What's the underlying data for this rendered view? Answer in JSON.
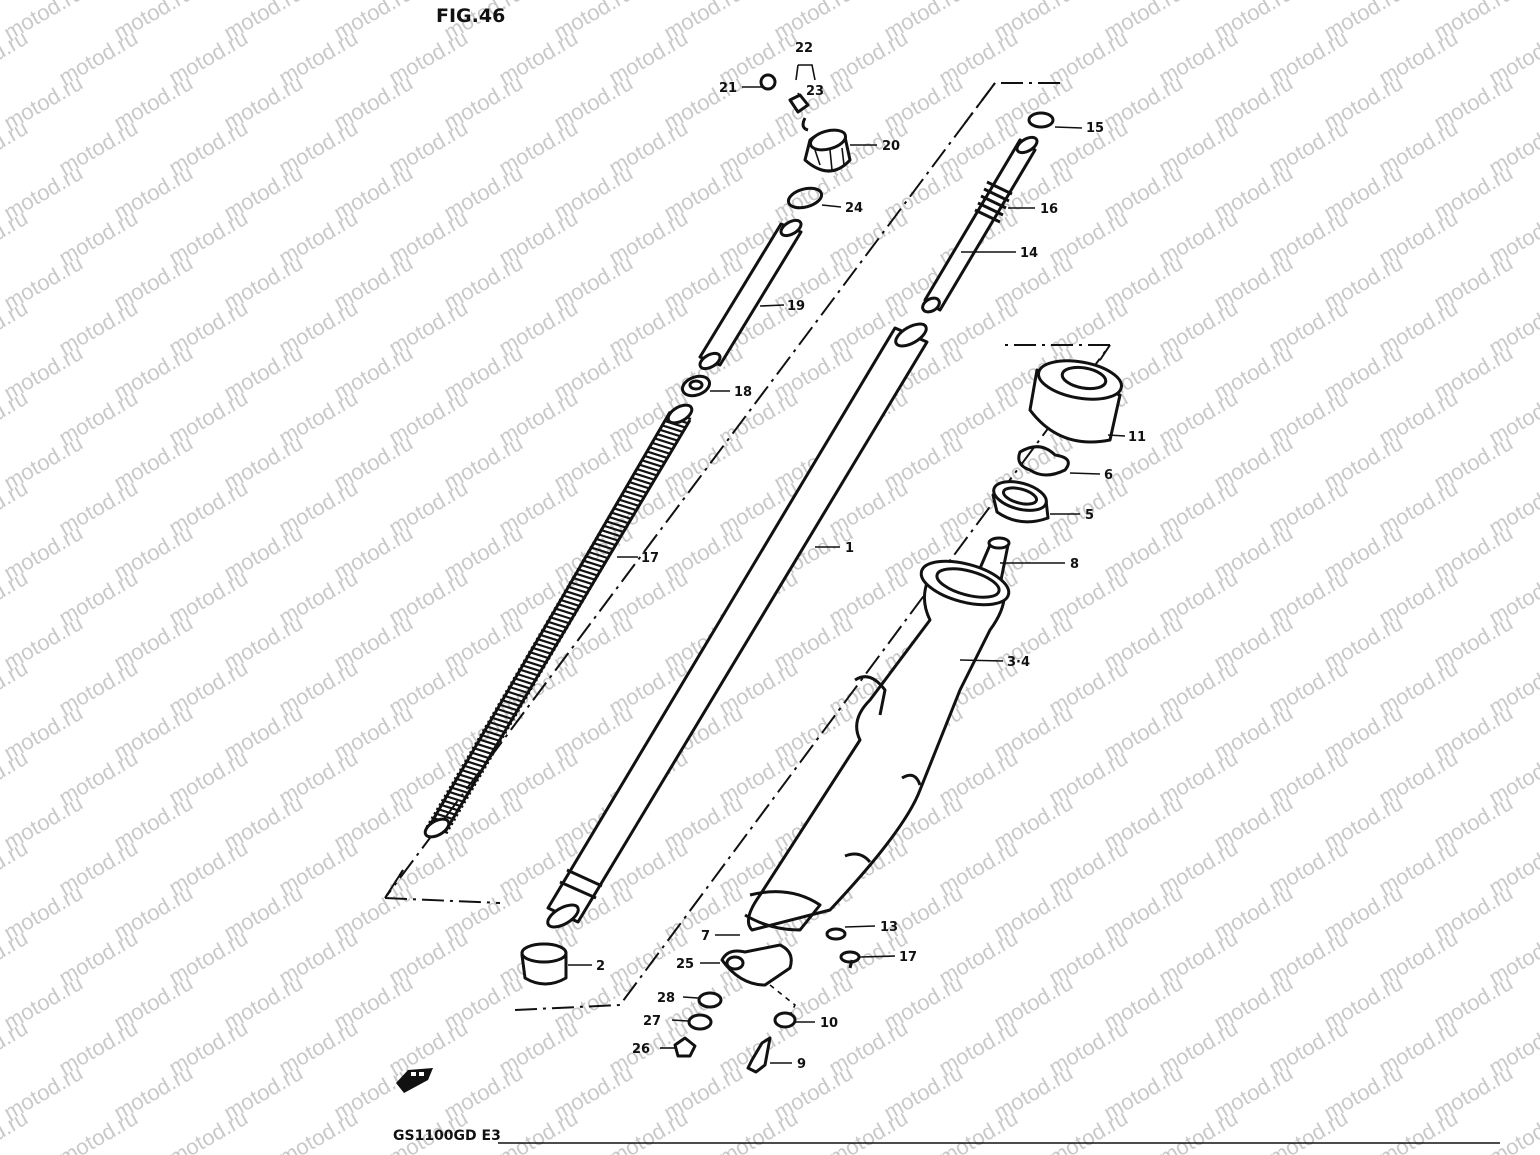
{
  "figure": {
    "title": "FIG.46",
    "model_code": "GS1100GD  E3"
  },
  "watermark": {
    "text": "motod.ru"
  },
  "callouts": [
    {
      "id": "c1",
      "label": "1"
    },
    {
      "id": "c2",
      "label": "2"
    },
    {
      "id": "c34",
      "label": "3·4"
    },
    {
      "id": "c5",
      "label": "5"
    },
    {
      "id": "c6",
      "label": "6"
    },
    {
      "id": "c7",
      "label": "7"
    },
    {
      "id": "c8",
      "label": "8"
    },
    {
      "id": "c9",
      "label": "9"
    },
    {
      "id": "c10",
      "label": "10"
    },
    {
      "id": "c11",
      "label": "11"
    },
    {
      "id": "c13",
      "label": "13"
    },
    {
      "id": "c14",
      "label": "14"
    },
    {
      "id": "c15",
      "label": "15"
    },
    {
      "id": "c16",
      "label": "16"
    },
    {
      "id": "c17a",
      "label": "17"
    },
    {
      "id": "c17b",
      "label": "17"
    },
    {
      "id": "c18",
      "label": "18"
    },
    {
      "id": "c19",
      "label": "19"
    },
    {
      "id": "c20",
      "label": "20"
    },
    {
      "id": "c21",
      "label": "21"
    },
    {
      "id": "c22",
      "label": "22"
    },
    {
      "id": "c23",
      "label": "23"
    },
    {
      "id": "c24",
      "label": "24"
    },
    {
      "id": "c25",
      "label": "25"
    },
    {
      "id": "c26",
      "label": "26"
    },
    {
      "id": "c27",
      "label": "27"
    },
    {
      "id": "c28",
      "label": "28"
    }
  ]
}
